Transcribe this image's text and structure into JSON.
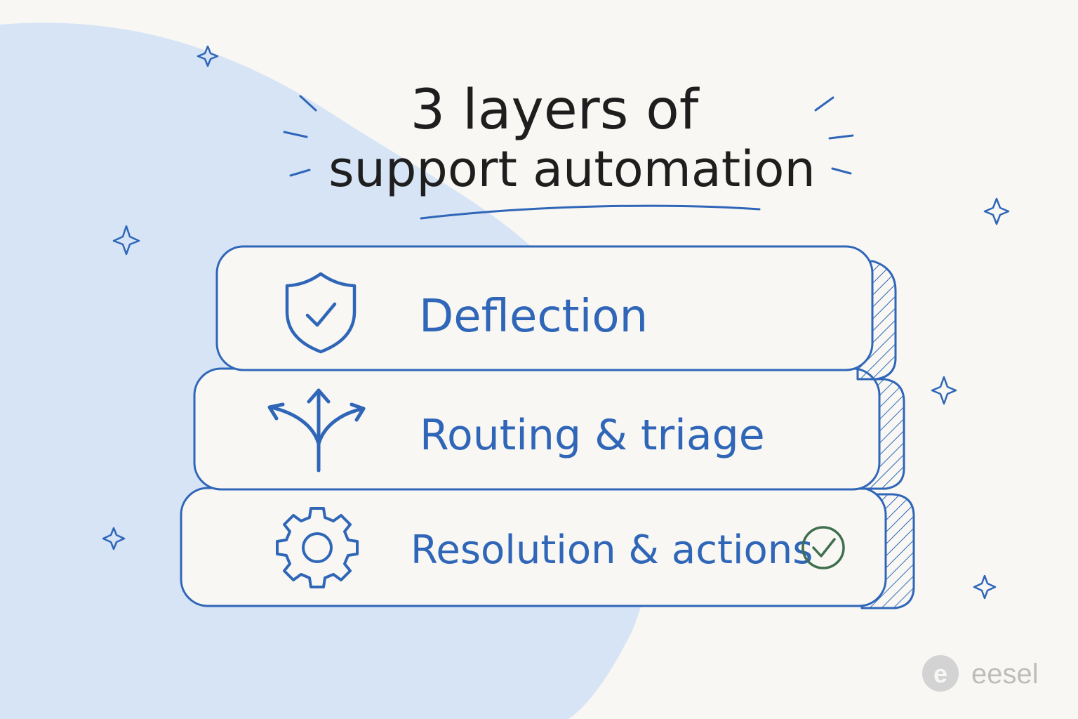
{
  "title": {
    "line1": "3 layers of",
    "line2": "support automation"
  },
  "layers": [
    {
      "label": "Deflection",
      "icon": "shield-check-icon"
    },
    {
      "label": "Routing & triage",
      "icon": "branching-arrows-icon"
    },
    {
      "label": "Resolution & actions",
      "icon": "gear-icon",
      "badge": "check-circle-icon"
    }
  ],
  "brand": {
    "logo_text": "eesel",
    "logo_mark": "e"
  },
  "colors": {
    "background": "#f8f7f3",
    "blob": "#d6e4f6",
    "accent_blue": "#2f66b8",
    "title_ink": "#1e1e1e",
    "check_green": "#3f6f4f",
    "logo_gray": "#bdbdbd"
  }
}
